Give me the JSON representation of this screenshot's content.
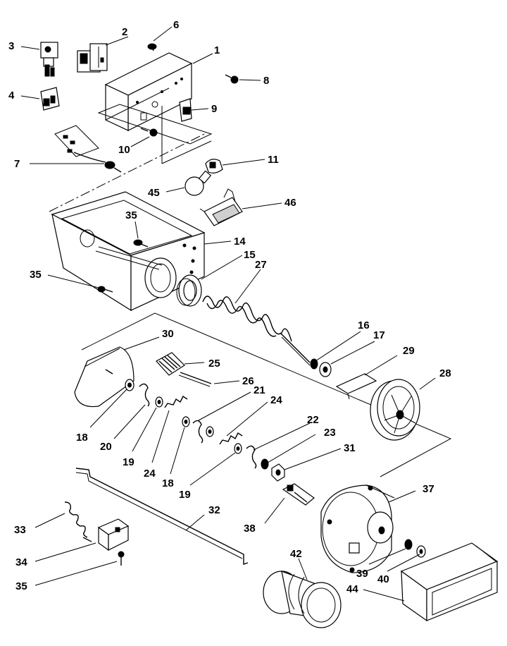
{
  "callouts": [
    {
      "id": "c1",
      "text": "1"
    },
    {
      "id": "c2",
      "text": "2"
    },
    {
      "id": "c3",
      "text": "3"
    },
    {
      "id": "c4",
      "text": "4"
    },
    {
      "id": "c6",
      "text": "6"
    },
    {
      "id": "c7",
      "text": "7"
    },
    {
      "id": "c8",
      "text": "8"
    },
    {
      "id": "c9",
      "text": "9"
    },
    {
      "id": "c10",
      "text": "10"
    },
    {
      "id": "c11",
      "text": "11"
    },
    {
      "id": "c45",
      "text": "45"
    },
    {
      "id": "c46",
      "text": "46"
    },
    {
      "id": "c35a",
      "text": "35"
    },
    {
      "id": "c14",
      "text": "14"
    },
    {
      "id": "c35b",
      "text": "35"
    },
    {
      "id": "c15",
      "text": "15"
    },
    {
      "id": "c27",
      "text": "27"
    },
    {
      "id": "c16",
      "text": "16"
    },
    {
      "id": "c17",
      "text": "17"
    },
    {
      "id": "c29",
      "text": "29"
    },
    {
      "id": "c28",
      "text": "28"
    },
    {
      "id": "c30",
      "text": "30"
    },
    {
      "id": "c25",
      "text": "25"
    },
    {
      "id": "c26",
      "text": "26"
    },
    {
      "id": "c21",
      "text": "21"
    },
    {
      "id": "c24a",
      "text": "24"
    },
    {
      "id": "c18a",
      "text": "18"
    },
    {
      "id": "c20",
      "text": "20"
    },
    {
      "id": "c19a",
      "text": "19"
    },
    {
      "id": "c24b",
      "text": "24"
    },
    {
      "id": "c18b",
      "text": "18"
    },
    {
      "id": "c22",
      "text": "22"
    },
    {
      "id": "c23",
      "text": "23"
    },
    {
      "id": "c31",
      "text": "31"
    },
    {
      "id": "c19b",
      "text": "19"
    },
    {
      "id": "c37",
      "text": "37"
    },
    {
      "id": "c32",
      "text": "32"
    },
    {
      "id": "c33",
      "text": "33"
    },
    {
      "id": "c38",
      "text": "38"
    },
    {
      "id": "c34",
      "text": "34"
    },
    {
      "id": "c35c",
      "text": "35"
    },
    {
      "id": "c42",
      "text": "42"
    },
    {
      "id": "c39",
      "text": "39"
    },
    {
      "id": "c40",
      "text": "40"
    },
    {
      "id": "c44",
      "text": "44"
    }
  ]
}
